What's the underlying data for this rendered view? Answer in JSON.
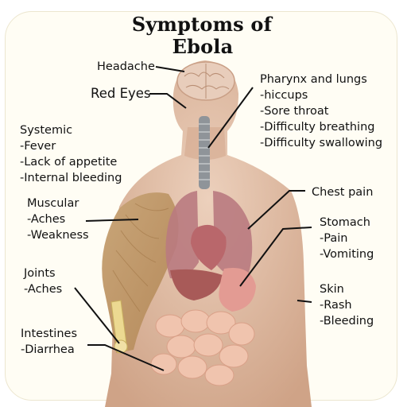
{
  "title": {
    "line1": "Symptoms of",
    "line2": "Ebola"
  },
  "labels": {
    "headache": "Headache",
    "red_eyes": "Red Eyes",
    "pharynx": [
      "Pharynx and lungs",
      "-hiccups",
      "-Sore throat",
      "-Difficulty breathing",
      "-Difficulty swallowing"
    ],
    "systemic": [
      "Systemic",
      "-Fever",
      "-Lack of appetite",
      "-Internal bleeding"
    ],
    "chest_pain": "Chest pain",
    "muscular": [
      "Muscular",
      "-Aches",
      "-Weakness"
    ],
    "stomach": [
      "Stomach",
      "-Pain",
      "-Vomiting"
    ],
    "joints": [
      "Joints",
      "-Aches"
    ],
    "skin": [
      "Skin",
      "-Rash",
      "-Bleeding"
    ],
    "intestines": [
      "Intestines",
      "-Diarrhea"
    ]
  },
  "colors": {
    "skin": "#e2bea5",
    "skin_shadow": "#cfa387",
    "brain": "#e8cdbb",
    "lung": "#b97a7f",
    "heart": "#b9676b",
    "liver": "#a85a58",
    "stomach": "#e39b93",
    "intestine": "#f0c4ae",
    "muscle": "#c69f6c",
    "bone": "#ecd991",
    "trachea": "#8f9499",
    "leader_line": "#111111",
    "text": "#111111",
    "frame_border": "#ece6cf"
  }
}
